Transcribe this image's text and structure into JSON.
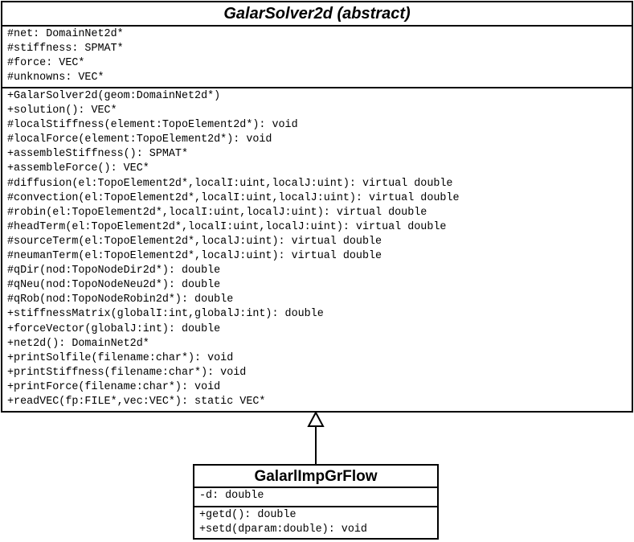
{
  "parent_class": {
    "name": "GalarSolver2d (abstract)",
    "attributes": [
      "#net: DomainNet2d*",
      "#stiffness: SPMAT*",
      "#force: VEC*",
      "#unknowns: VEC*"
    ],
    "methods": [
      "+GalarSolver2d(geom:DomainNet2d*)",
      "+solution(): VEC*",
      "#localStiffness(element:TopoElement2d*): void",
      "#localForce(element:TopoElement2d*): void",
      "+assembleStiffness(): SPMAT*",
      "+assembleForce(): VEC*",
      "#diffusion(el:TopoElement2d*,localI:uint,localJ:uint): virtual double",
      "#convection(el:TopoElement2d*,localI:uint,localJ:uint): virtual double",
      "#robin(el:TopoElement2d*,localI:uint,localJ:uint): virtual double",
      "#headTerm(el:TopoElement2d*,localI:uint,localJ:uint): virtual double",
      "#sourceTerm(el:TopoElement2d*,localJ:uint): virtual double",
      "#neumanTerm(el:TopoElement2d*,localJ:uint): virtual double",
      "#qDir(nod:TopoNodeDir2d*): double",
      "#qNeu(nod:TopoNodeNeu2d*): double",
      "#qRob(nod:TopoNodeRobin2d*): double",
      "+stiffnessMatrix(globalI:int,globalJ:int): double",
      "+forceVector(globalJ:int): double",
      "+net2d(): DomainNet2d*",
      "+printSolfile(filename:char*): void",
      "+printStiffness(filename:char*): void",
      "+printForce(filename:char*): void",
      "+readVEC(fp:FILE*,vec:VEC*): static VEC*"
    ]
  },
  "child_class": {
    "name": "GalarlImpGrFlow",
    "attributes": [
      "-d: double"
    ],
    "methods": [
      "+getd(): double",
      "+setd(dparam:double): void"
    ]
  },
  "relation": {
    "type": "generalization",
    "arrow_icon": "hollow-triangle-arrowhead"
  }
}
